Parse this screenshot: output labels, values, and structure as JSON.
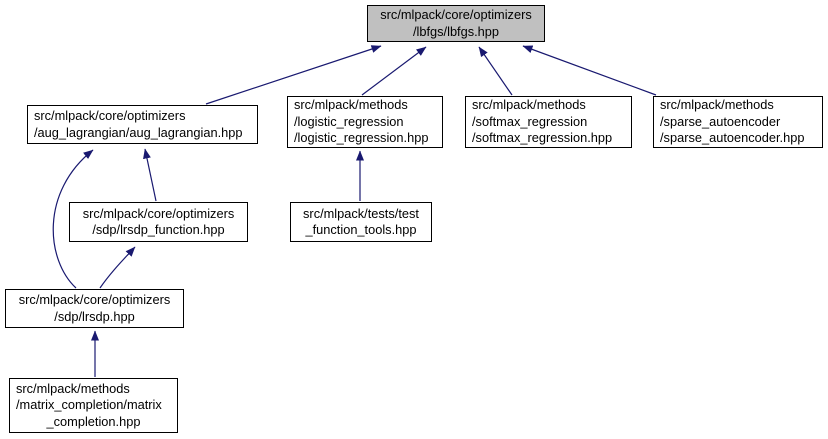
{
  "diagram": {
    "kind": "include-dependency-graph",
    "root_file": "src/mlpack/core/optimizers/lbfgs/lbfgs.hpp",
    "colors": {
      "edge": "#191970",
      "highlight_fill": "#c0c0c0",
      "node_fill": "#ffffff",
      "node_border": "#000000",
      "text": "#000000",
      "background": "#ffffff"
    },
    "nodes": {
      "lbfgs": {
        "label": "src/mlpack/core/optimizers/lbfgs/lbfgs.hpp",
        "lines": [
          "src/mlpack/core/optimizers",
          "/lbfgs/lbfgs.hpp"
        ],
        "highlighted": true
      },
      "aug_lagrangian": {
        "label": "src/mlpack/core/optimizers/aug_lagrangian/aug_lagrangian.hpp",
        "lines": [
          "src/mlpack/core/optimizers",
          "/aug_lagrangian/aug_lagrangian.hpp"
        ],
        "highlighted": false
      },
      "logistic_regression": {
        "label": "src/mlpack/methods/logistic_regression/logistic_regression.hpp",
        "lines": [
          "src/mlpack/methods",
          "/logistic_regression",
          "/logistic_regression.hpp"
        ],
        "highlighted": false
      },
      "softmax_regression": {
        "label": "src/mlpack/methods/softmax_regression/softmax_regression.hpp",
        "lines": [
          "src/mlpack/methods",
          "/softmax_regression",
          "/softmax_regression.hpp"
        ],
        "highlighted": false
      },
      "sparse_autoencoder": {
        "label": "src/mlpack/methods/sparse_autoencoder/sparse_autoencoder.hpp",
        "lines": [
          "src/mlpack/methods",
          "/sparse_autoencoder",
          "/sparse_autoencoder.hpp"
        ],
        "highlighted": false
      },
      "lrsdp_function": {
        "label": "src/mlpack/core/optimizers/sdp/lrsdp_function.hpp",
        "lines": [
          "src/mlpack/core/optimizers",
          "/sdp/lrsdp_function.hpp"
        ],
        "highlighted": false
      },
      "test_function_tools": {
        "label": "src/mlpack/tests/test_function_tools.hpp",
        "lines": [
          "src/mlpack/tests/test",
          "_function_tools.hpp"
        ],
        "highlighted": false
      },
      "lrsdp": {
        "label": "src/mlpack/core/optimizers/sdp/lrsdp.hpp",
        "lines": [
          "src/mlpack/core/optimizers",
          "/sdp/lrsdp.hpp"
        ],
        "highlighted": false
      },
      "matrix_completion": {
        "label": "src/mlpack/methods/matrix_completion/matrix_completion.hpp",
        "lines": [
          "src/mlpack/methods",
          "/matrix_completion/matrix",
          "_completion.hpp"
        ],
        "highlighted": false
      }
    },
    "edges": [
      {
        "from": "aug_lagrangian",
        "to": "lbfgs"
      },
      {
        "from": "logistic_regression",
        "to": "lbfgs"
      },
      {
        "from": "softmax_regression",
        "to": "lbfgs"
      },
      {
        "from": "sparse_autoencoder",
        "to": "lbfgs"
      },
      {
        "from": "lrsdp_function",
        "to": "aug_lagrangian"
      },
      {
        "from": "lrsdp",
        "to": "aug_lagrangian"
      },
      {
        "from": "lrsdp",
        "to": "lrsdp_function"
      },
      {
        "from": "test_function_tools",
        "to": "logistic_regression"
      },
      {
        "from": "matrix_completion",
        "to": "lrsdp"
      }
    ]
  }
}
